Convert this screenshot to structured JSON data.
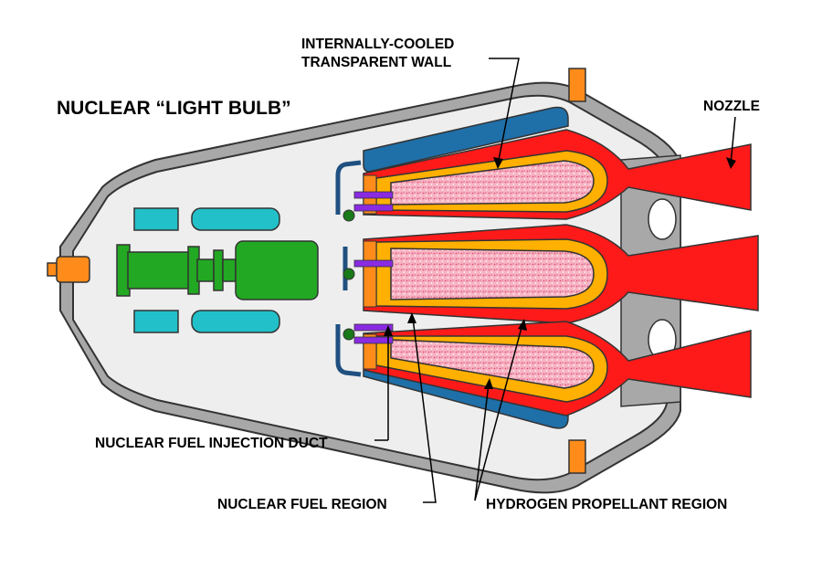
{
  "title": "NUCLEAR “LIGHT BULB”",
  "labels": {
    "wall_line1": "INTERNALLY-COOLED",
    "wall_line2": "TRANSPARENT WALL",
    "nozzle": "NOZZLE",
    "injection_duct": "NUCLEAR FUEL INJECTION DUCT",
    "fuel_region": "NUCLEAR FUEL REGION",
    "hydrogen_region": "HYDROGEN PROPELLANT REGION"
  },
  "colors": {
    "hull": "#a8a8a8",
    "interior": "#f0f0f0",
    "coolant_tank": "#1f6fa8",
    "propellant_flame": "#ff1a1a",
    "wall_band": "#ffb000",
    "fuel_core": "#f6a8b8",
    "turbopump": "#22a822",
    "side_tanks": "#22c0c8",
    "mount": "#ff8c1a",
    "injector": "#8a2be2"
  }
}
